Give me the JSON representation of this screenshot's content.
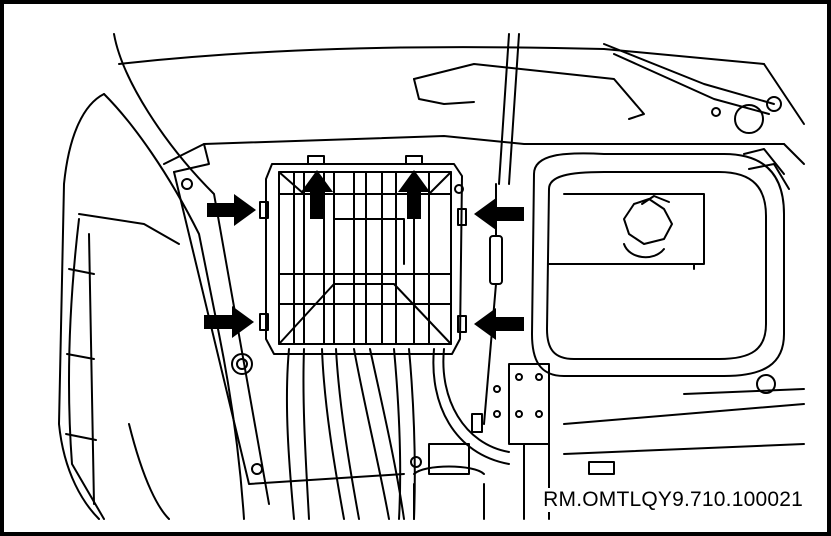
{
  "figure": {
    "reference_code": "RM.OMTLQY9.710.100021"
  },
  "colors": {
    "line": "#000000",
    "background": "#ffffff"
  },
  "callouts": [
    {
      "name": "arrow-left-upper",
      "icon": "arrow-right-icon"
    },
    {
      "name": "arrow-left-lower",
      "icon": "arrow-right-icon"
    },
    {
      "name": "arrow-right-upper",
      "icon": "arrow-left-icon"
    },
    {
      "name": "arrow-right-lower",
      "icon": "arrow-left-icon"
    },
    {
      "name": "arrow-top-left",
      "icon": "arrow-up-icon"
    },
    {
      "name": "arrow-top-right",
      "icon": "arrow-up-icon"
    }
  ]
}
